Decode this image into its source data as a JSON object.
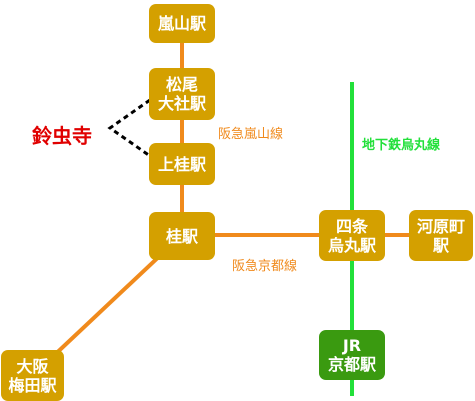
{
  "colors": {
    "hankyu": "#f08a1c",
    "subway": "#22e03a",
    "station_hankyu": "#d4a000",
    "station_jr": "#3a9a10",
    "temple": "#e00000",
    "dotted": "#000000"
  },
  "stations": {
    "arashiyama": "嵐山駅",
    "matsuo_taisha": "松尾\n大社駅",
    "kamikatsura": "上桂駅",
    "katsura": "桂駅",
    "shijo_karasuma": "四条\n烏丸駅",
    "kawaramachi": "河原町\n駅",
    "jr_kyoto": "JR\n京都駅",
    "osaka_umeda": "大阪\n梅田駅"
  },
  "lines": {
    "hankyu_arashiyama": "阪急嵐山線",
    "hankyu_kyoto": "阪急京都線",
    "subway_karasuma": "地下鉄烏丸線"
  },
  "landmark": {
    "suzumushi": "鈴虫寺"
  }
}
